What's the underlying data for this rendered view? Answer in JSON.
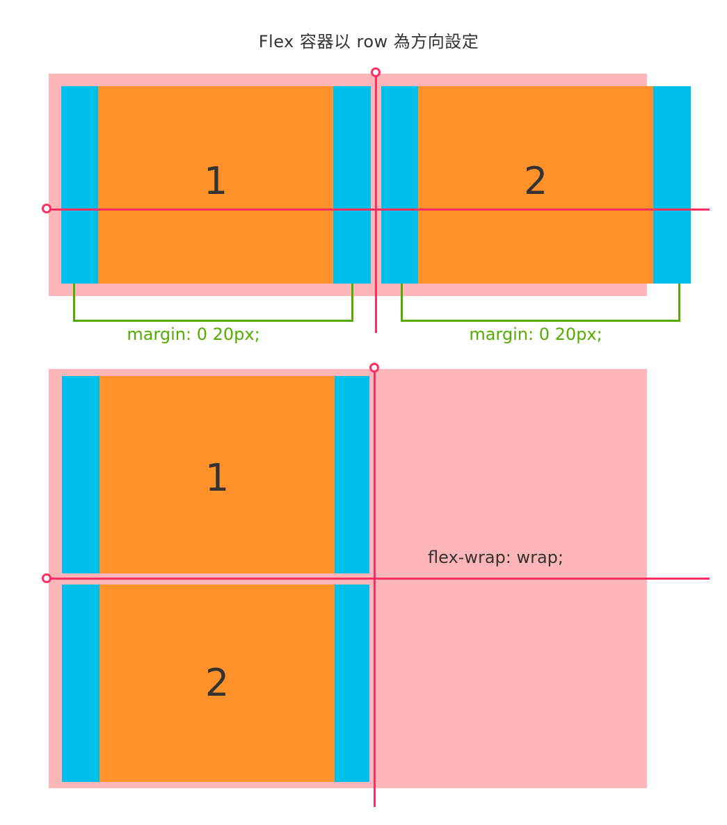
{
  "title": "Flex 容器以 row 為方向設定",
  "colors": {
    "container": "#ffb6b8",
    "margin": "#00bfeb",
    "item": "#ff912b",
    "axis": "#ff2d62",
    "annotation": "#52ad00",
    "text": "#333333"
  },
  "diagram_top": {
    "items": [
      {
        "label": "1",
        "margin_annotation": "margin: 0 20px;"
      },
      {
        "label": "2",
        "margin_annotation": "margin: 0 20px;"
      }
    ]
  },
  "diagram_bottom": {
    "items": [
      {
        "label": "1"
      },
      {
        "label": "2"
      }
    ],
    "annotation": "flex-wrap: wrap;"
  }
}
